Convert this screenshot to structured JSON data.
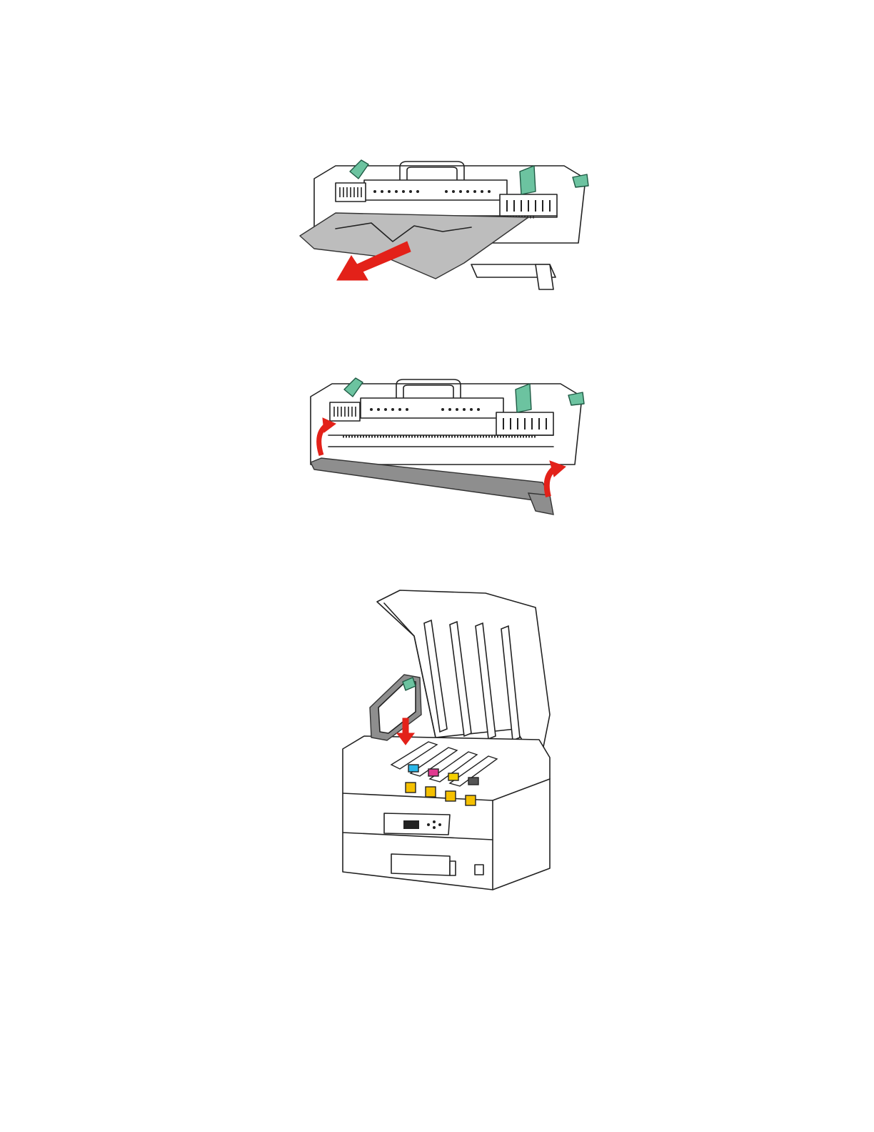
{
  "figures": [
    {
      "id": "fuser-jam",
      "icon": "fuser-paper-jam-illustration"
    },
    {
      "id": "fuser-close",
      "icon": "fuser-guide-close-illustration"
    },
    {
      "id": "printer",
      "icon": "printer-fuser-install-illustration"
    }
  ],
  "colors": {
    "accent_green": "#6cc3a0",
    "arrow_red": "#e32119",
    "paper_gray": "#bdbdbd",
    "cyan": "#29b6e8",
    "magenta": "#e0398f",
    "yellow": "#f5d000",
    "black": "#555555"
  }
}
